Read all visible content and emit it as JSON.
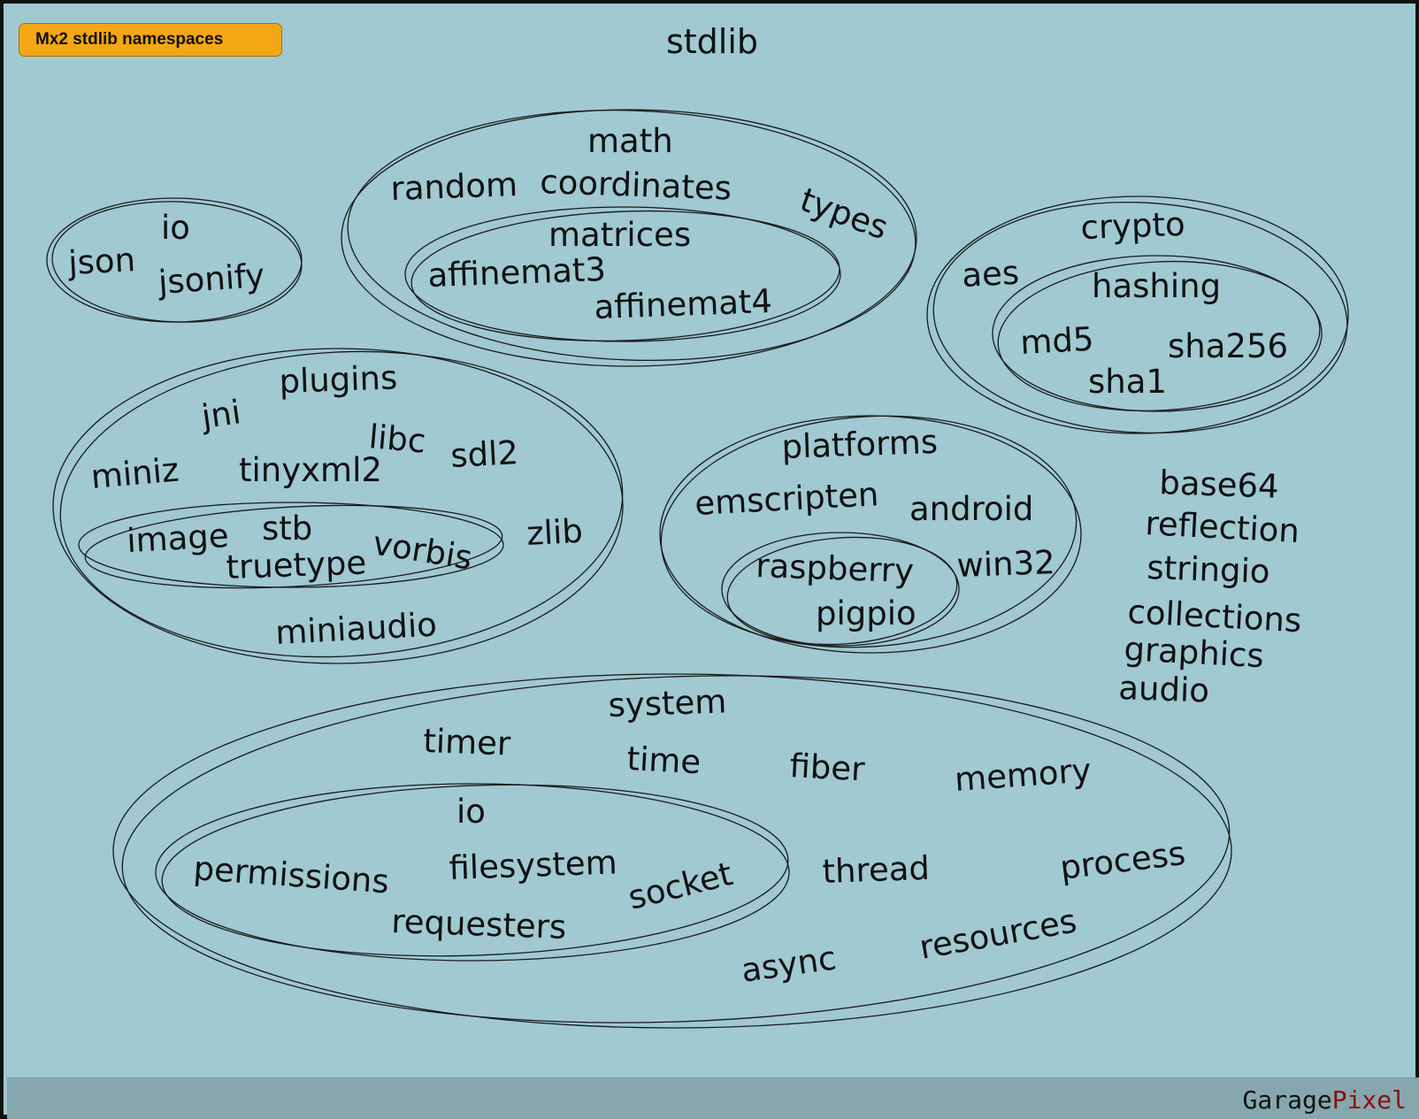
{
  "badge": "Mx2 stdlib namespaces",
  "title": "stdlib",
  "footer": {
    "brand_a": "Garage",
    "brand_b": "Pixel"
  },
  "groups": {
    "json": [
      "io",
      "json",
      "jsonify"
    ],
    "math": [
      "math",
      "random",
      "coordinates",
      "types"
    ],
    "matrices": [
      "matrices",
      "affinemat3",
      "affinemat4"
    ],
    "crypto": [
      "crypto",
      "aes"
    ],
    "hashing": [
      "hashing",
      "md5",
      "sha256",
      "sha1"
    ],
    "plugins": [
      "plugins",
      "jni",
      "libc",
      "miniz",
      "tinyxml2",
      "sdl2",
      "zlib",
      "miniaudio"
    ],
    "stb": [
      "image",
      "stb",
      "truetype",
      "vorbis"
    ],
    "platforms": [
      "platforms",
      "emscripten",
      "android",
      "win32"
    ],
    "raspberry": [
      "raspberry",
      "pigpio"
    ],
    "loose": [
      "base64",
      "reflection",
      "stringio",
      "collections",
      "graphics",
      "audio"
    ],
    "system": [
      "system",
      "timer",
      "time",
      "fiber",
      "memory",
      "thread",
      "process",
      "async",
      "resources"
    ],
    "io": [
      "io",
      "permissions",
      "filesystem",
      "socket",
      "requesters"
    ]
  },
  "colors": {
    "background": "#a0c9d2",
    "badge": "#f4a615",
    "footer": "#87a7ae",
    "brand_accent": "#8b0e0e"
  }
}
